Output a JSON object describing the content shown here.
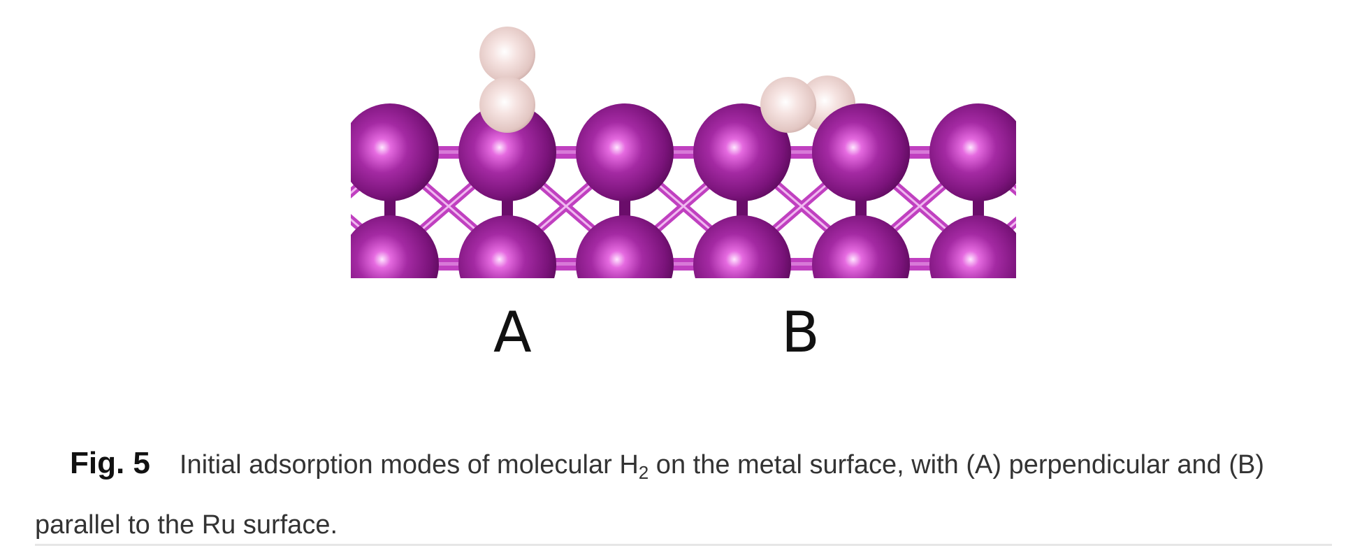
{
  "figure": {
    "panel_labels": [
      "A",
      "B"
    ],
    "colors": {
      "ru_atom": "#7a137a",
      "ru_highlight": "#ffd9ff",
      "h_atom": "#f3dcd9",
      "bond": "#c040c0"
    }
  },
  "caption": {
    "label": "Fig. 5",
    "text_before": "Initial adsorption modes of molecular H",
    "subscript": "2",
    "text_after": " on the metal surface, with (A) perpendicular and (B) parallel to the Ru surface."
  }
}
